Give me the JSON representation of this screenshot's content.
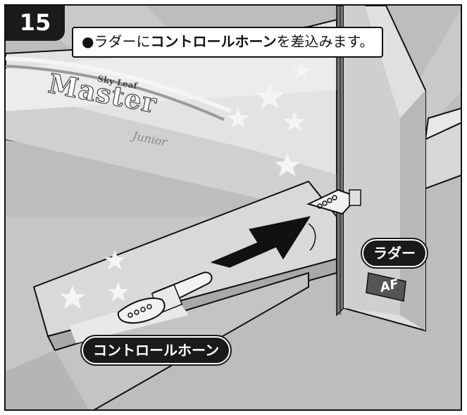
{
  "step": {
    "number": "15"
  },
  "caption": {
    "bullet": "●",
    "prefix": "ラダーに",
    "emphasis": "コントロールホーン",
    "suffix": "を差込みます。"
  },
  "callouts": {
    "rudder": "ラダー",
    "control_horn": "コントロールホーン"
  },
  "brand": {
    "sky_leaf": "Sky Leaf",
    "master": "Master",
    "junior": "Junior",
    "logo": "AF"
  },
  "colors": {
    "frame": "#111111",
    "background": "#bdbdbd",
    "label_fill": "#1a1a1a"
  }
}
